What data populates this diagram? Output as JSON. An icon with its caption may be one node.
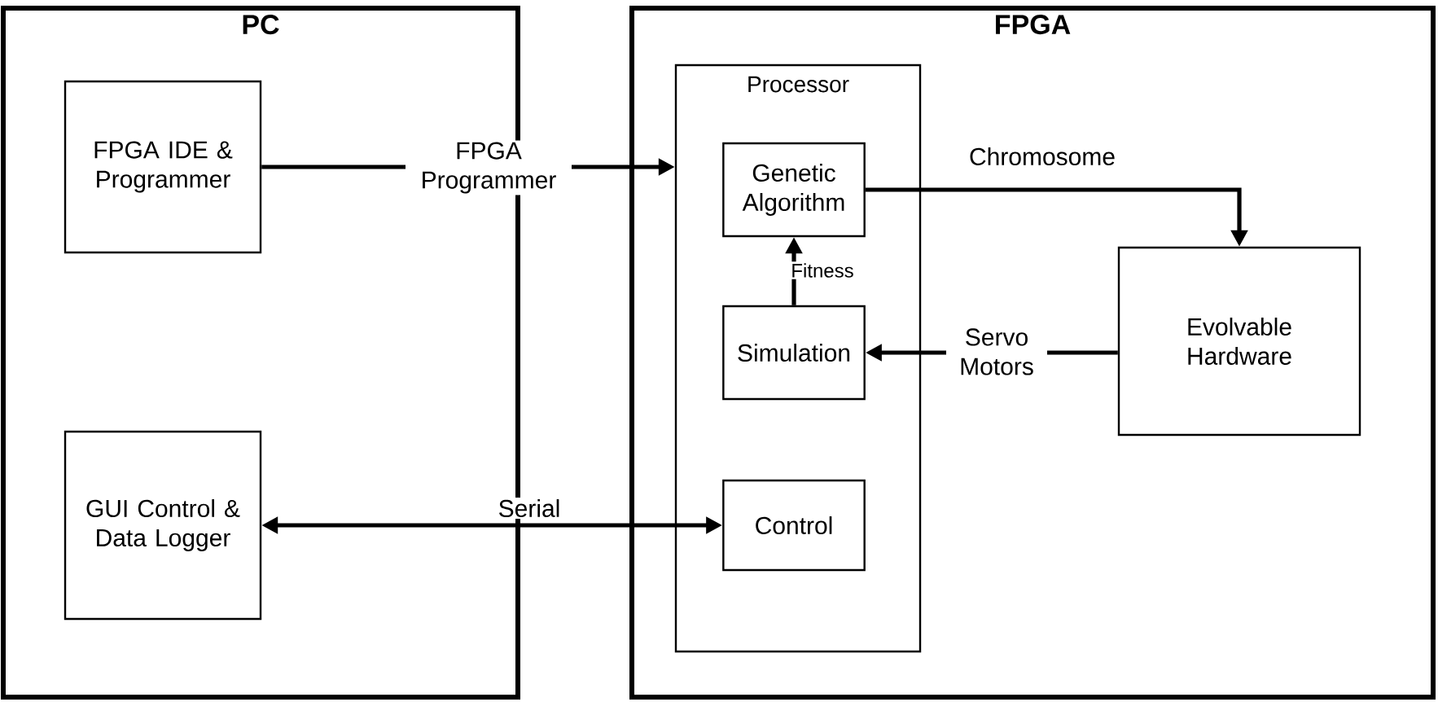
{
  "diagram": {
    "nodes": [
      {
        "text": [
          "PC"
        ]
      },
      {
        "text": [
          "FPGA IDE & Programmer"
        ],
        "in": 0
      },
      {
        "text": [
          "GUI Control & Data Logger"
        ],
        "in": 0
      },
      {
        "text": [
          "FPGA"
        ]
      },
      {
        "text": [
          "Processor"
        ],
        "in": 3
      },
      {
        "text": [
          "Genetic Algorithm"
        ],
        "in": 4
      },
      {
        "text": [
          "Simulation"
        ],
        "in": 4
      },
      {
        "text": [
          "Control"
        ],
        "in": 4
      },
      {
        "text": [
          "Evolvable Hardware"
        ],
        "in": 3
      }
    ],
    "edges": [
      {
        "from": 1,
        "to": 4,
        "arrow": "to",
        "label": "FPGA Programmer"
      },
      {
        "from": 2,
        "to": 7,
        "arrow": "both",
        "label": "Serial"
      },
      {
        "from": 5,
        "to": 8,
        "arrow": "to",
        "label": "Chromosome"
      },
      {
        "from": 8,
        "to": 6,
        "arrow": "to",
        "label": "Servo Motors"
      },
      {
        "from": 6,
        "to": 5,
        "arrow": "to",
        "label": "Fitness"
      }
    ]
  }
}
